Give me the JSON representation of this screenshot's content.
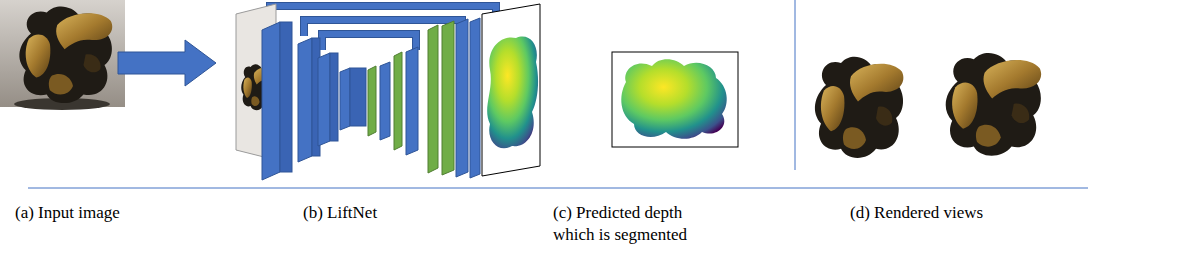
{
  "diagram": {
    "labels": [
      "(a) Input image",
      "(b) LiftNet",
      "(c) Predicted depth which is segmented",
      "(d) Rendered views"
    ]
  }
}
